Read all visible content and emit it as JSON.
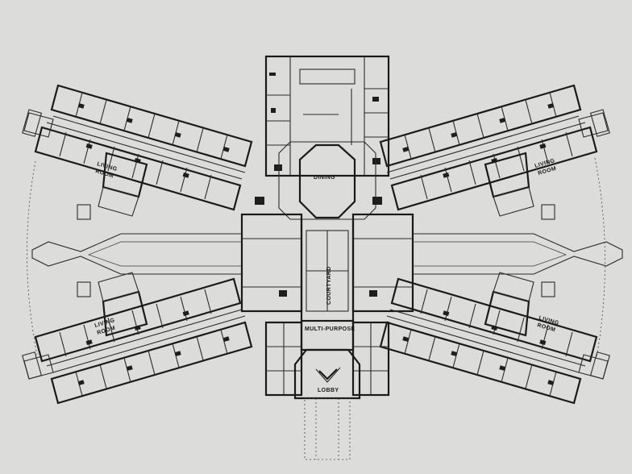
{
  "labels": {
    "dining": "DINING",
    "courtyard": "COURTYARD",
    "multipurpose": "MULTI-PURPOSE",
    "lobby": "LOBBY",
    "living_room_line1": "LIVING",
    "living_room_line2": "ROOM"
  },
  "colors": {
    "paper": "#dcdcda",
    "ink": "#1a1a1a"
  }
}
